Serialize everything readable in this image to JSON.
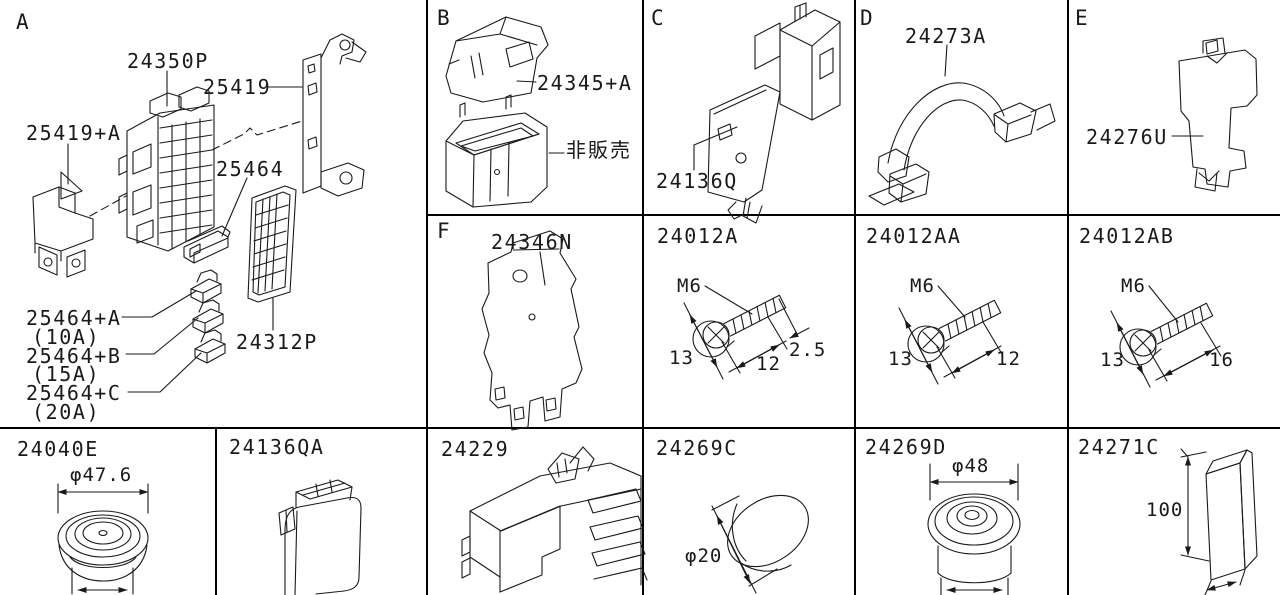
{
  "sections": {
    "a": {
      "label": "A",
      "parts": {
        "fuse_box": "24350P",
        "bracket": "25419",
        "bracket_sub": "25419+A",
        "fuse": "25464",
        "fuse_10a": "25464+A",
        "fuse_10a_amp": "(10A)",
        "fuse_15a": "25464+B",
        "fuse_15a_amp": "(15A)",
        "fuse_20a": "25464+C",
        "fuse_20a_amp": "(20A)",
        "fuse_cover": "24312P"
      }
    },
    "b": {
      "label": "B",
      "parts": {
        "cover": "24345+A",
        "box_note": "非販売"
      }
    },
    "c": {
      "label": "C",
      "parts": {
        "bracket": "24136Q"
      }
    },
    "d": {
      "label": "D",
      "parts": {
        "bracket": "24273A"
      }
    },
    "e": {
      "label": "E",
      "parts": {
        "bracket": "24276U"
      }
    },
    "f": {
      "label": "F",
      "parts": {
        "bracket": "24346N"
      }
    },
    "bolt_24012a": {
      "title": "24012A",
      "thread_size": "M6",
      "head_width": "13",
      "length": "12",
      "tip": "2.5"
    },
    "bolt_24012aa": {
      "title": "24012AA",
      "thread_size": "M6",
      "head_width": "13",
      "length": "12"
    },
    "bolt_24012ab": {
      "title": "24012AB",
      "thread_size": "M6",
      "head_width": "13",
      "length": "16"
    },
    "grommet_24040e": {
      "title": "24040E",
      "diameter": "φ47.6"
    },
    "cover_24136qa": {
      "title": "24136QA"
    },
    "bracket_24229": {
      "title": "24229"
    },
    "cap_24269c": {
      "title": "24269C",
      "diameter": "φ20"
    },
    "grommet_24269d": {
      "title": "24269D",
      "diameter": "φ48"
    },
    "pad_24271c": {
      "title": "24271C",
      "height": "100"
    }
  }
}
